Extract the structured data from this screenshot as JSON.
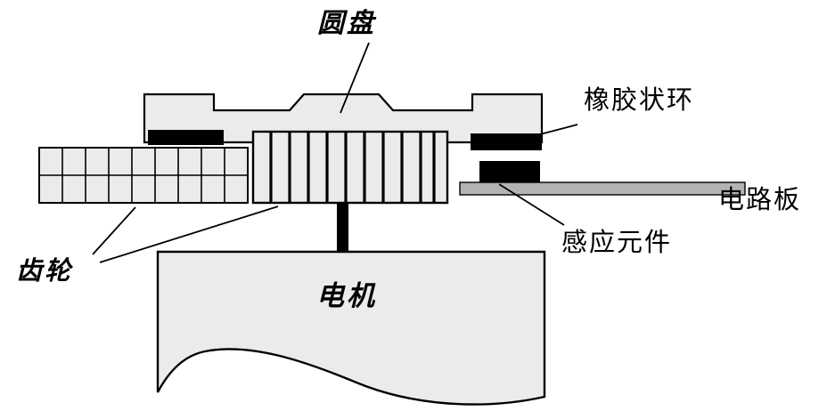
{
  "figure": {
    "kind": "mechanical-cross-section",
    "title_text": "",
    "background_color": "#ffffff",
    "outline_color": "#000000",
    "part_fill_color": "#ebebeb",
    "rubber_color": "#000000",
    "board_color": "#b3b3b3",
    "shaft_color": "#000000"
  },
  "labels": {
    "disc": "圆盘",
    "rubber_ring": "橡胶状环",
    "circuit_board": "电路板",
    "sensor_element": "感应元件",
    "gear": "齿轮",
    "motor": "电机"
  },
  "parts": [
    {
      "id": "disc",
      "label": "圆盘",
      "shape": "stepped-plate"
    },
    {
      "id": "rubber-left",
      "label": "橡胶状环",
      "shape": "black-bar"
    },
    {
      "id": "rubber-right",
      "label": "橡胶状环",
      "shape": "black-bar"
    },
    {
      "id": "gear-left",
      "label": "齿轮",
      "shape": "grid-2x9"
    },
    {
      "id": "gear-center",
      "label": "齿轮",
      "shape": "ribbed-block"
    },
    {
      "id": "sensor",
      "label": "感应元件",
      "shape": "black-block"
    },
    {
      "id": "circuit-board",
      "label": "电路板",
      "shape": "gray-bar"
    },
    {
      "id": "motor-shaft",
      "label": "",
      "shape": "black-post"
    },
    {
      "id": "motor-body",
      "label": "电机",
      "shape": "break-line-box"
    }
  ],
  "leaders": [
    {
      "from": "圆盘",
      "to": "disc"
    },
    {
      "from": "橡胶状环",
      "to": "rubber-right"
    },
    {
      "from": "感应元件",
      "to": "circuit-board"
    },
    {
      "from": "齿轮",
      "to": "gear-left"
    },
    {
      "from": "齿轮",
      "to": "gear-center"
    }
  ]
}
